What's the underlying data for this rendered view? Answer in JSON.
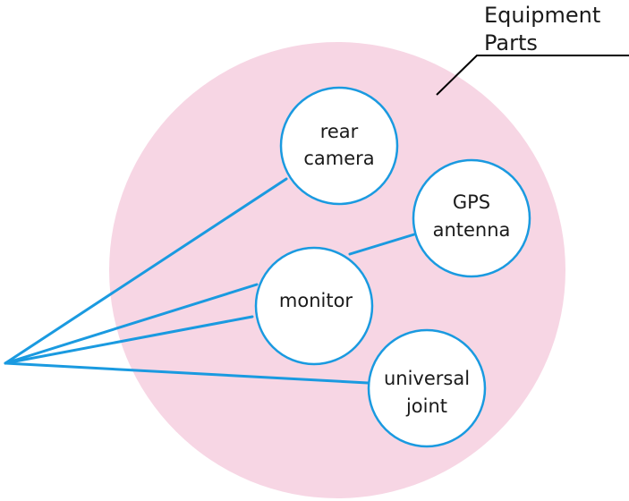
{
  "set_label": {
    "line1": "Equipment",
    "line2": "Parts"
  },
  "elements": [
    {
      "id": "rear-camera",
      "line1": "rear",
      "line2": "camera"
    },
    {
      "id": "gps-antenna",
      "line1": "GPS",
      "line2": "antenna"
    },
    {
      "id": "monitor",
      "line1": "monitor",
      "line2": ""
    },
    {
      "id": "universal-joint",
      "line1": "universal",
      "line2": "joint"
    }
  ],
  "colors": {
    "set_fill": "#f7d6e4",
    "element_fill": "#ffffff",
    "element_stroke": "#1a9ae0",
    "connector": "#1a9ae0",
    "leader_line": "#000000",
    "text": "#1a1a1a"
  }
}
